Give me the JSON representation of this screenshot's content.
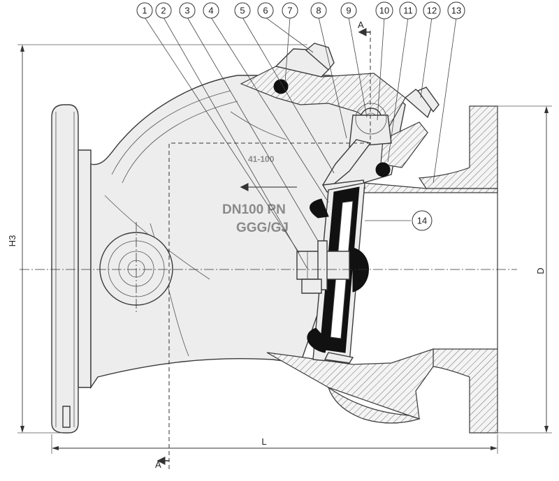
{
  "callouts": [
    "1",
    "2",
    "3",
    "4",
    "5",
    "6",
    "7",
    "8",
    "9",
    "10",
    "11",
    "12",
    "13",
    "14"
  ],
  "section_label_top": "A",
  "section_label_bottom": "A",
  "dimensions": {
    "height": "H3",
    "diameter": "D",
    "length": "L"
  },
  "casting_text": {
    "code": "41-100",
    "nominal": "DN100 PN",
    "material": "GGG/GJ"
  }
}
